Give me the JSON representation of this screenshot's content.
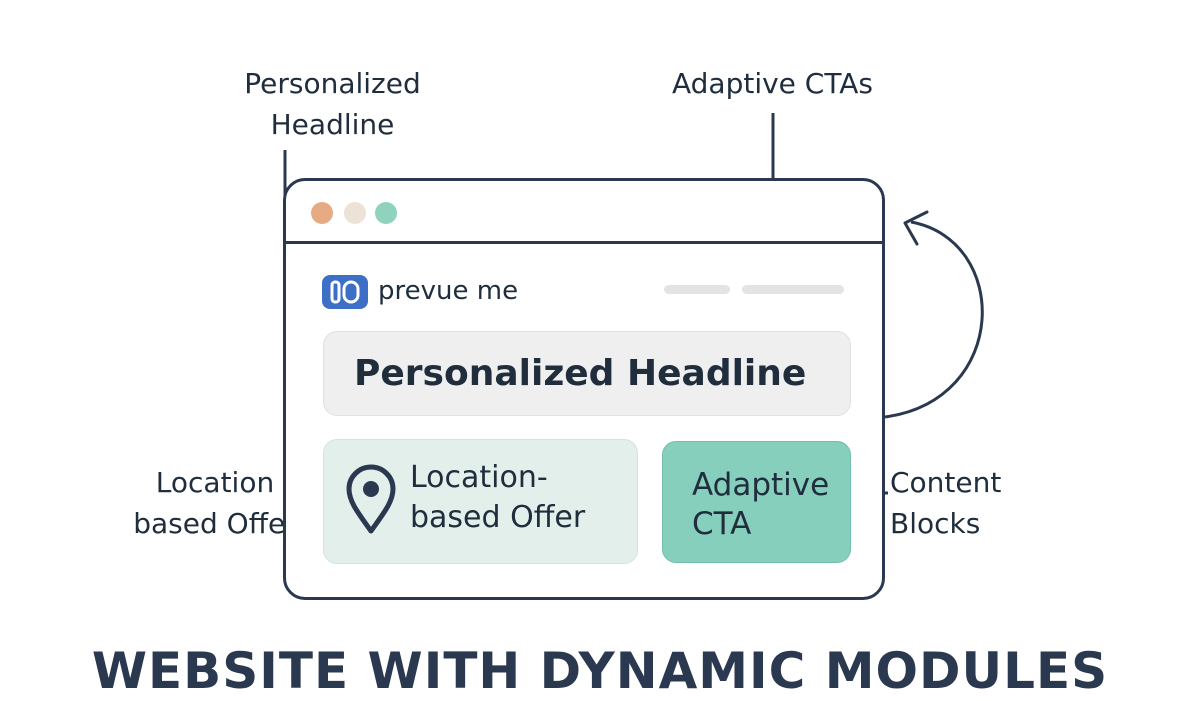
{
  "annotations": {
    "headline": [
      "Personalized",
      "Headline"
    ],
    "adaptive_ctas": "Adaptive CTAs",
    "location": [
      "Location",
      "based Offer"
    ],
    "content": [
      "Content",
      "Blocks"
    ]
  },
  "window": {
    "brand": "prevue me",
    "logo_icon": "logo-icon",
    "headline": "Personalized Headline",
    "offer": {
      "icon": "location-pin-icon",
      "lines": [
        "Location-",
        "based Offer"
      ]
    },
    "cta": [
      "Adaptive",
      "CTA"
    ]
  },
  "colors": {
    "outline": "#2b3950",
    "dot_1": "#e7ab84",
    "dot_2": "#ede2d6",
    "dot_3": "#8fd3bf",
    "logo": "#3c6fc5",
    "headline_bg": "#efefef",
    "offer_bg": "#e3efea",
    "cta_bg": "#86cfbd"
  },
  "footer": {
    "title": "WEBSITE WITH DYNAMIC MODULES"
  }
}
